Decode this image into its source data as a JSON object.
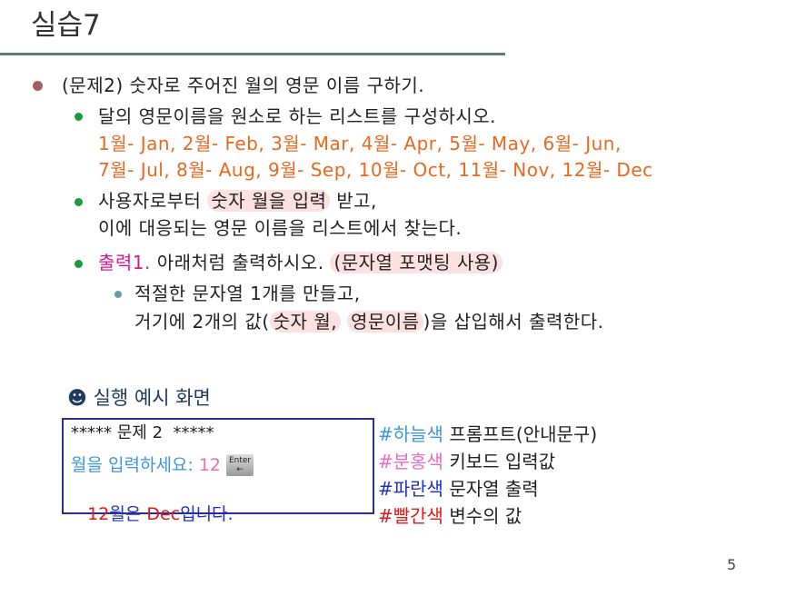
{
  "title": "실습7",
  "bullets": {
    "b1": "(문제2) 숫자로 주어진 월의 영문 이름 구하기.",
    "b2": "달의 영문이름을 원소로 하는 리스트를 구성하시오.",
    "b2_months1": "1월- Jan, 2월- Feb, 3월- Mar, 4월- Apr, 5월- May, 6월- Jun,",
    "b2_months2": "7월- Jul, 8월- Aug, 9월- Sep, 10월- Oct, 11월- Nov, 12월- Dec",
    "b3_pre": "사용자로부터",
    "b3_hl": "숫자 월을 입력",
    "b3_post": "받고,",
    "b3_line2": "이에 대응되는 영문 이름을 리스트에서 찾는다.",
    "b4_label": "출력1.",
    "b4_text": "아래처럼 출력하시오.",
    "b4_hl": "(문자열 포맷팅 사용)",
    "b5": "적절한 문자열 1개를 만들고,",
    "b5_pre": "거기에 2개의 값(",
    "b5_hl1": "숫자 월,",
    "b5_hl2": "영문이름",
    "b5_post": ")을 삽입해서 출력한다."
  },
  "example": {
    "heading": "실행 예시 화면",
    "line1": "***** 문제 2  *****",
    "prompt": "월을 입력하세요: ",
    "input": "12",
    "enter_key": "Enter",
    "out_num": "12",
    "out_mid": "월은 ",
    "out_name": "Dec",
    "out_end": "입니다."
  },
  "legend": [
    {
      "tag": "#하늘색",
      "desc": "프롬프트(안내문구)"
    },
    {
      "tag": "#분홍색",
      "desc": "키보드 입력값"
    },
    {
      "tag": "#파란색",
      "desc": "문자열 출력"
    },
    {
      "tag": "#빨간색",
      "desc": "변수의 값"
    }
  ],
  "page_number": "5"
}
